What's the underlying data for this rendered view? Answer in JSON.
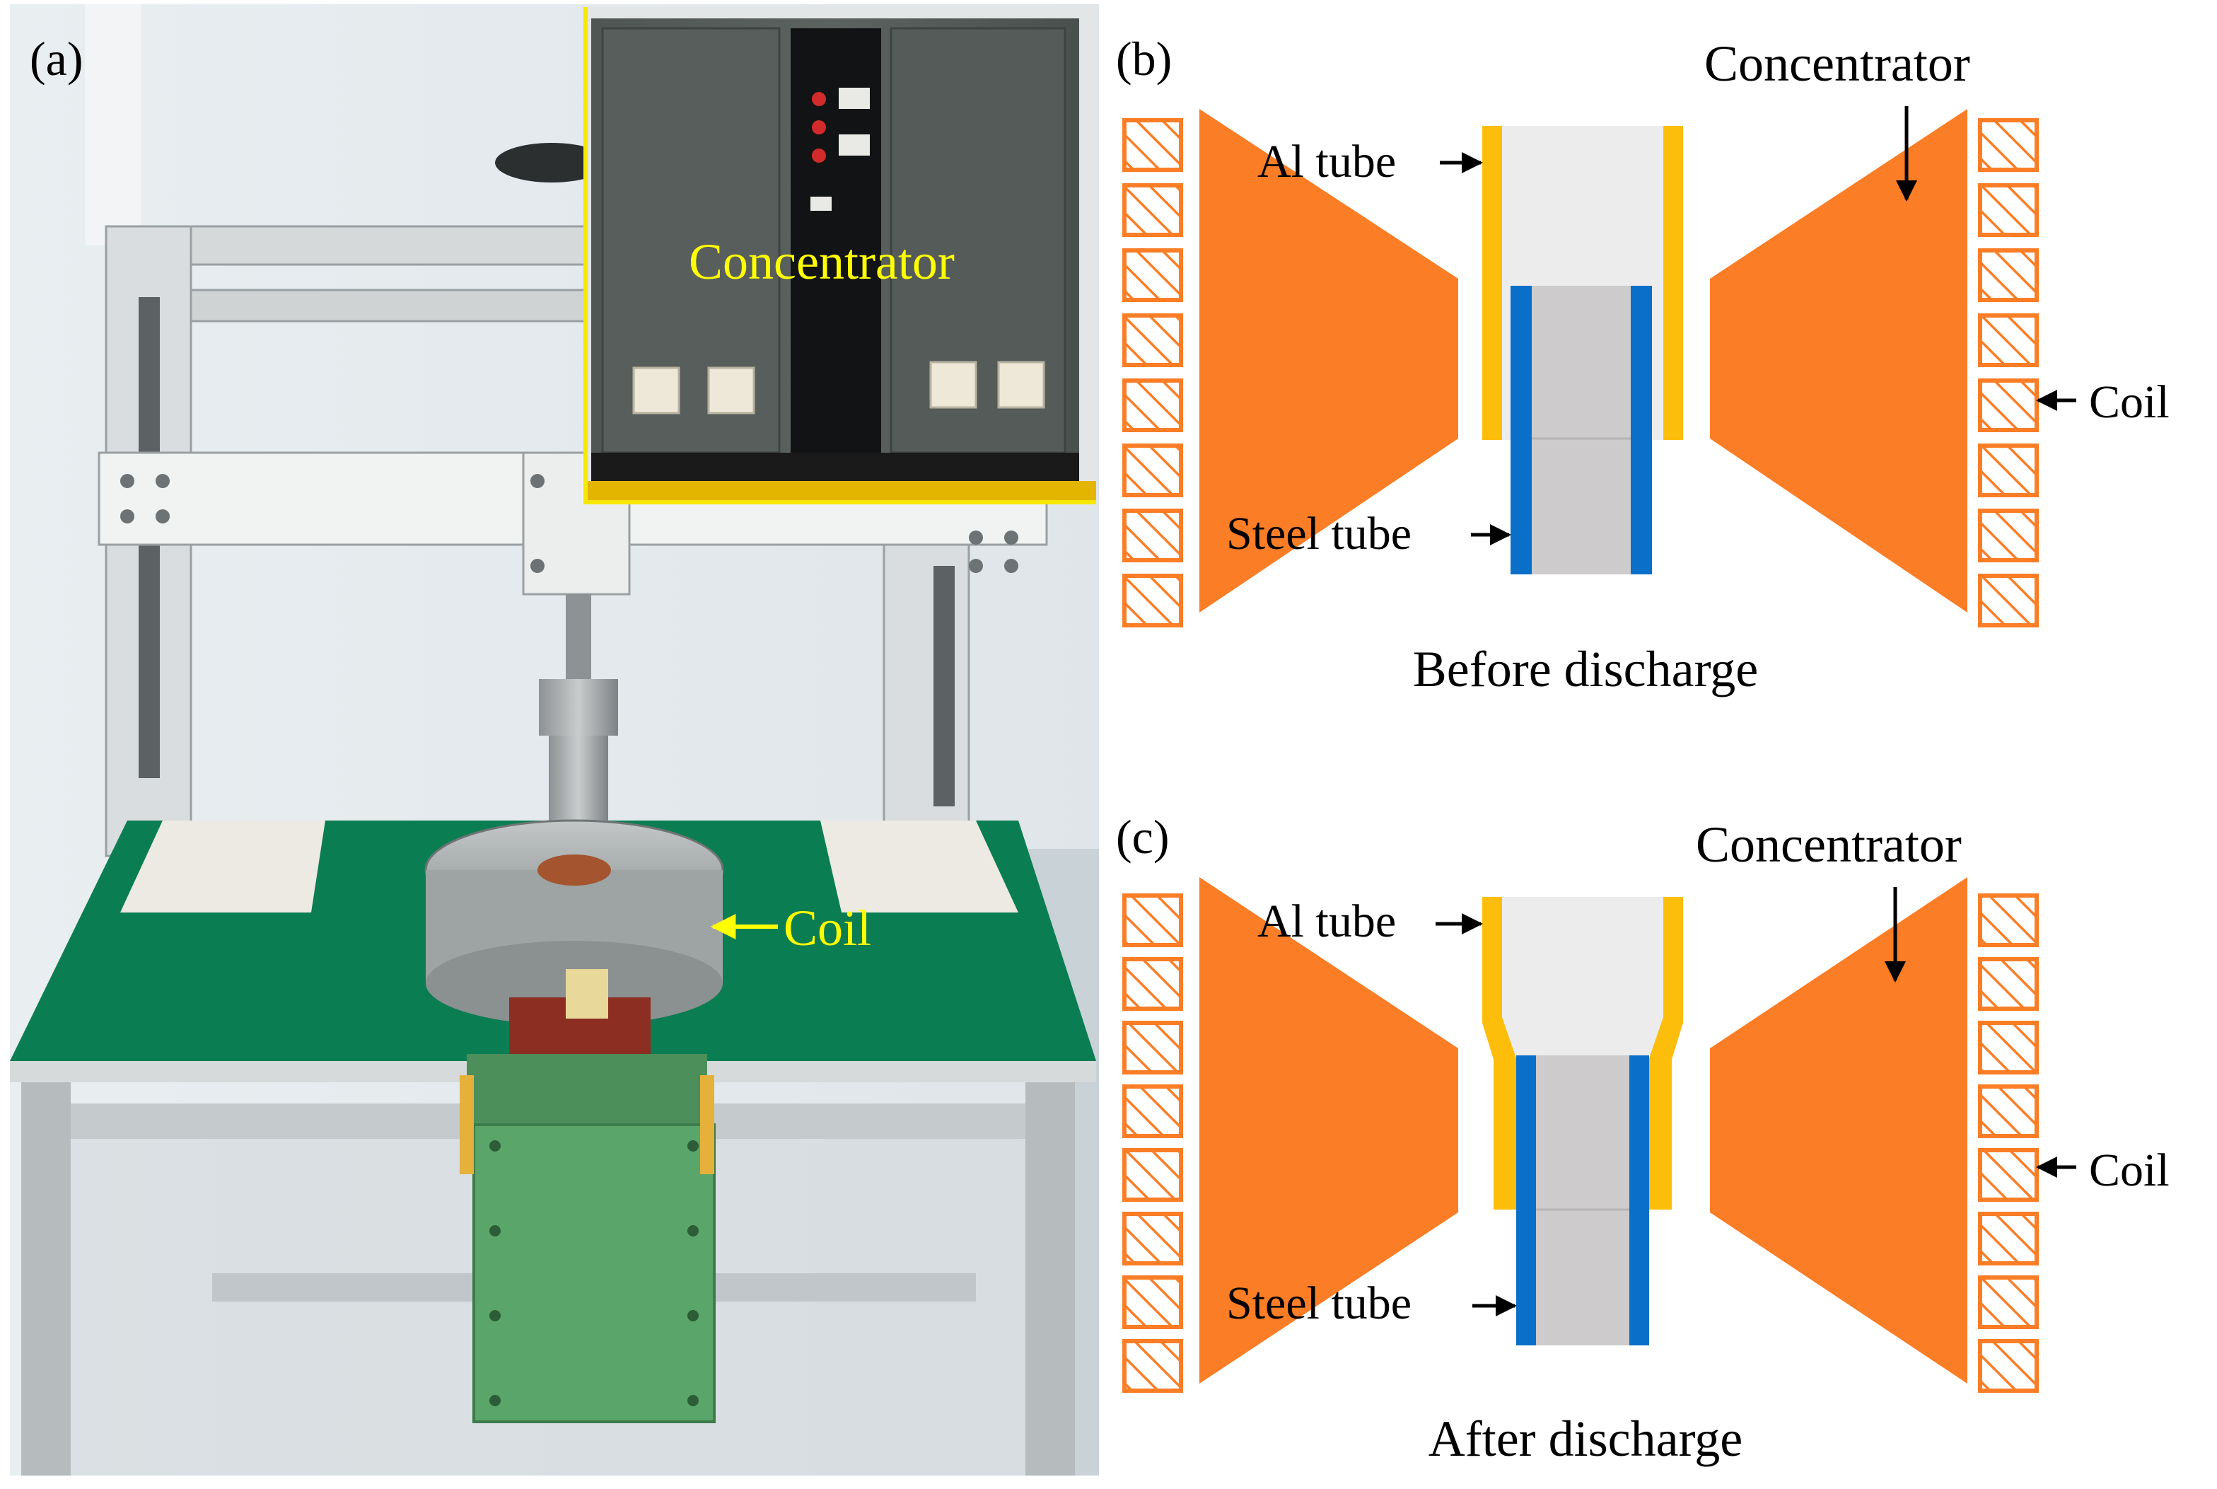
{
  "panels": {
    "a": {
      "letter": "(a)",
      "concentrator_label": "Concentrator",
      "coil_label": "Coil"
    },
    "b": {
      "letter": "(b)",
      "concentrator_label": "Concentrator",
      "al_tube_label": "Al tube",
      "steel_tube_label": "Steel tube",
      "coil_label": "Coil",
      "caption": "Before discharge"
    },
    "c": {
      "letter": "(c)",
      "concentrator_label": "Concentrator",
      "al_tube_label": "Al tube",
      "steel_tube_label": "Steel tube",
      "coil_label": "Coil",
      "caption": "After discharge"
    }
  },
  "colors": {
    "concentrator": "#fb7d26",
    "coil_hatch": "#fb7d26",
    "al_tube": "#fdbe0b",
    "steel_tube": "#0a6fc9",
    "inner_core": "#cdcbcb",
    "al_core": "#ececec",
    "photo_label": "#ffff00",
    "bench_top": "#0b7d52"
  }
}
